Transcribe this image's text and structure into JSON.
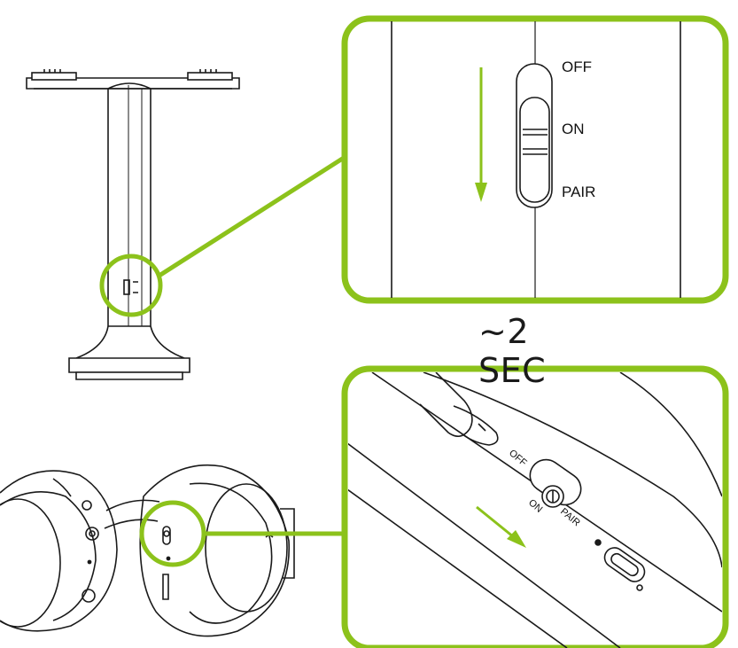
{
  "top_zoom": {
    "labels": {
      "off": "OFF",
      "on": "ON",
      "pair": "PAIR"
    }
  },
  "duration_label": "~2 SEC",
  "bottom_zoom": {
    "labels": {
      "off": "OFF",
      "on": "ON",
      "pair": "PAIR"
    }
  },
  "colors": {
    "accent": "#8CC21B",
    "line": "#1a1a1a"
  }
}
